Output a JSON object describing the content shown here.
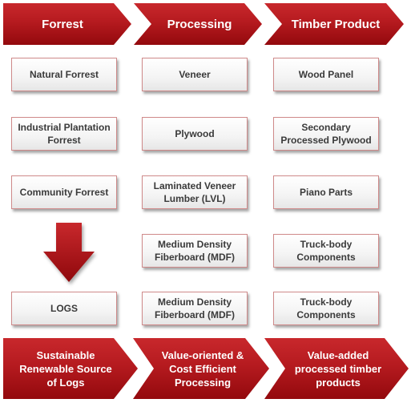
{
  "headers": [
    "Forrest",
    "Processing",
    "Timber Product"
  ],
  "forrest_column": {
    "items": [
      "Natural Forrest",
      "Industrial Plantation Forrest",
      "Community Forrest"
    ],
    "logs": "LOGS"
  },
  "processing_column": {
    "items": [
      "Veneer",
      "Plywood",
      "Laminated Veneer Lumber (LVL)",
      "Medium Density Fiberboard (MDF)",
      "Medium Density Fiberboard (MDF)"
    ]
  },
  "product_column": {
    "items": [
      "Wood Panel",
      "Secondary Processed Plywood",
      "Piano Parts",
      "Truck-body Components",
      "Truck-body Components"
    ]
  },
  "footers": [
    "Sustainable Renewable Source of Logs",
    "Value-oriented & Cost Efficient Processing",
    "Value-added processed timber products"
  ],
  "colors": {
    "accent": "#b51a1f",
    "box_border": "#cf8a8a",
    "text": "#3a3a3a"
  },
  "icons": {
    "down_arrow": "down-arrow-icon"
  }
}
